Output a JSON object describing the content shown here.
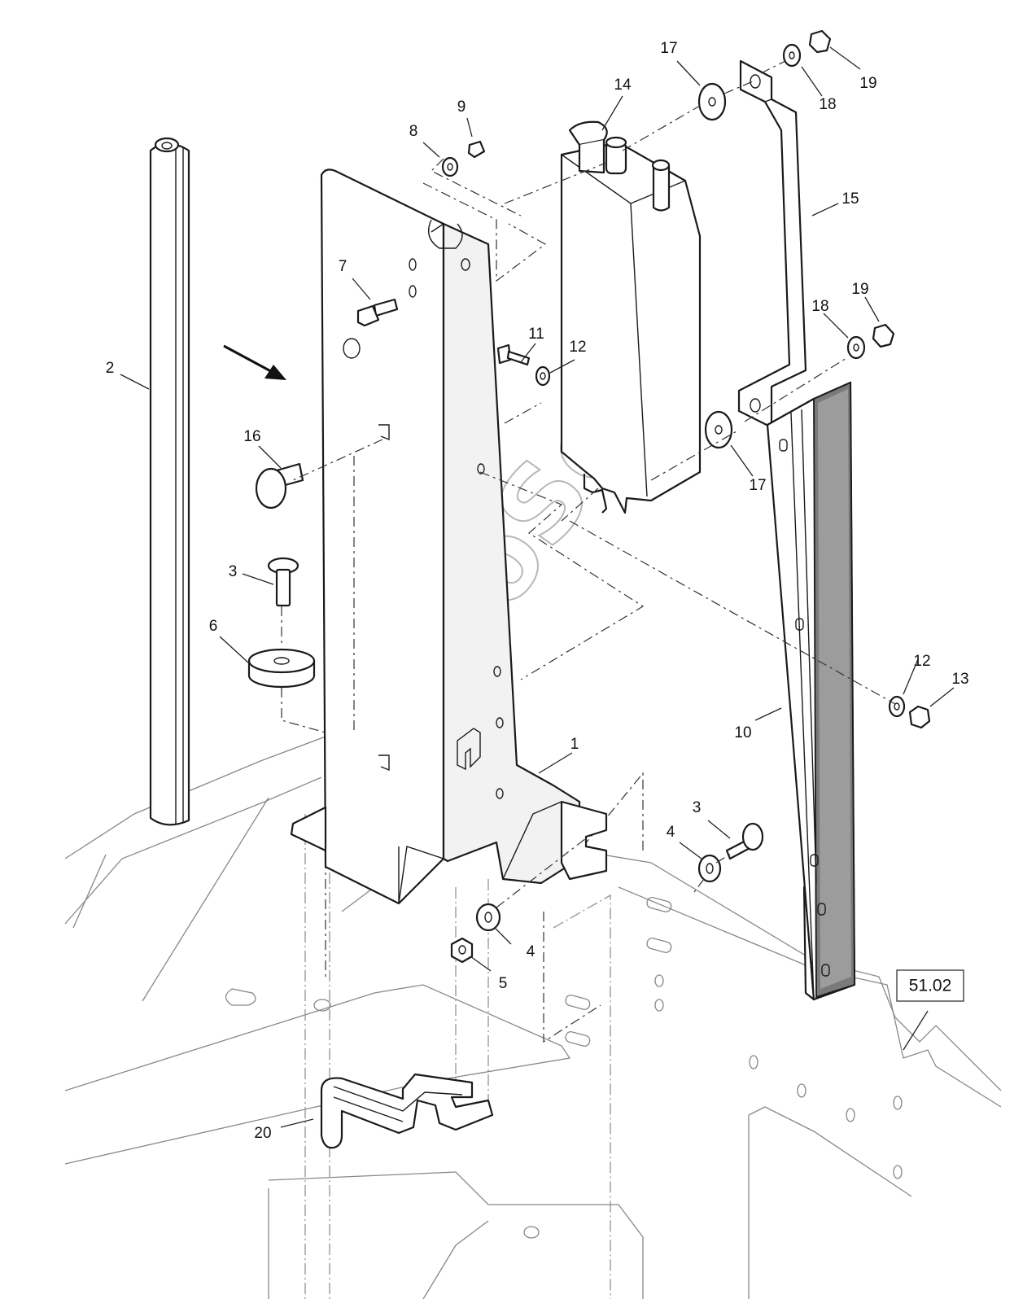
{
  "diagram": {
    "callouts": [
      {
        "id": "c1",
        "label": "1"
      },
      {
        "id": "c2",
        "label": "2"
      },
      {
        "id": "c3a",
        "label": "3"
      },
      {
        "id": "c3b",
        "label": "3"
      },
      {
        "id": "c4a",
        "label": "4"
      },
      {
        "id": "c4b",
        "label": "4"
      },
      {
        "id": "c5",
        "label": "5"
      },
      {
        "id": "c6",
        "label": "6"
      },
      {
        "id": "c7",
        "label": "7"
      },
      {
        "id": "c8",
        "label": "8"
      },
      {
        "id": "c9",
        "label": "9"
      },
      {
        "id": "c10",
        "label": "10"
      },
      {
        "id": "c11",
        "label": "11"
      },
      {
        "id": "c12a",
        "label": "12"
      },
      {
        "id": "c12b",
        "label": "12"
      },
      {
        "id": "c13",
        "label": "13"
      },
      {
        "id": "c14",
        "label": "14"
      },
      {
        "id": "c15",
        "label": "15"
      },
      {
        "id": "c16",
        "label": "16"
      },
      {
        "id": "c17a",
        "label": "17"
      },
      {
        "id": "c17b",
        "label": "17"
      },
      {
        "id": "c18a",
        "label": "18"
      },
      {
        "id": "c18b",
        "label": "18"
      },
      {
        "id": "c19a",
        "label": "19"
      },
      {
        "id": "c19b",
        "label": "19"
      },
      {
        "id": "c20",
        "label": "20"
      }
    ],
    "reference": "51.02",
    "watermark": "AutoSoft"
  },
  "colors": {
    "line": "#1a1a1a",
    "background_lines": "#9a9a9a",
    "brush_fill": "#7a7a7a",
    "watermark_outline": "#b8b8b8"
  }
}
